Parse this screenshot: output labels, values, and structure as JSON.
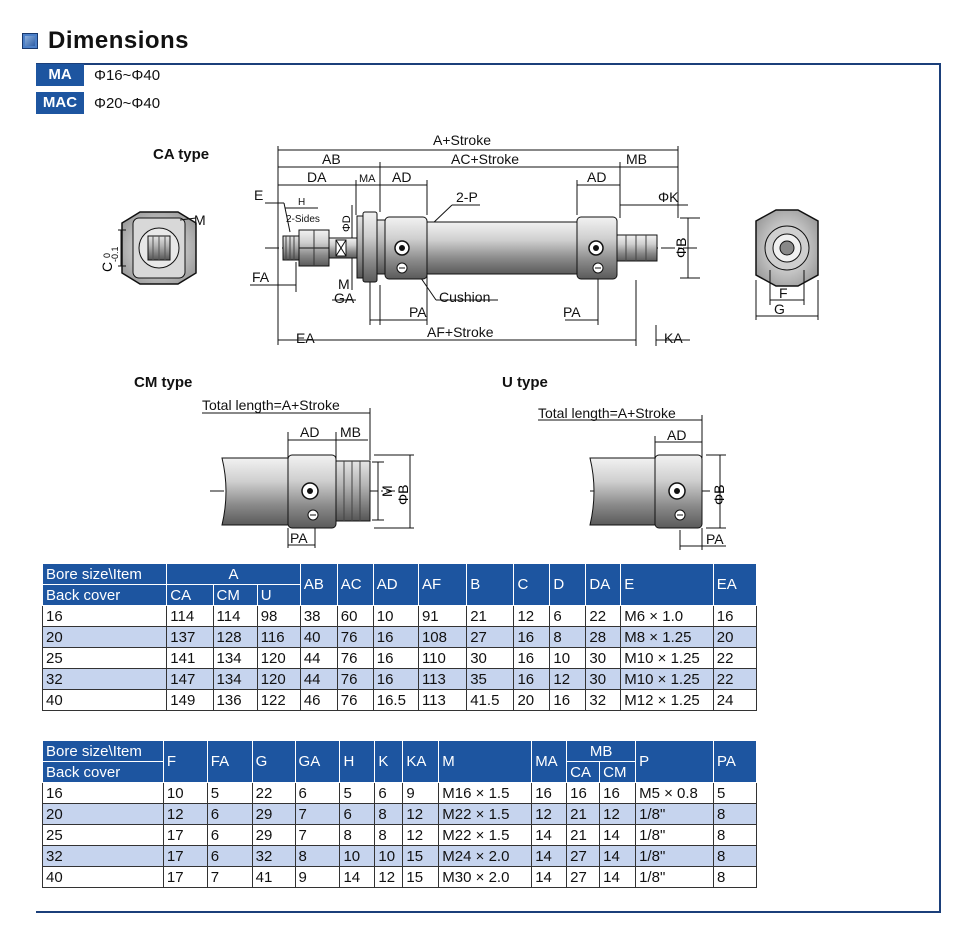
{
  "page": {
    "title": "Dimensions"
  },
  "models": [
    {
      "badge": "MA",
      "range": "Φ16~Φ40"
    },
    {
      "badge": "MAC",
      "range": "Φ20~Φ40"
    }
  ],
  "drawing": {
    "ca_type": "CA type",
    "cm_type": "CM type",
    "u_type": "U type",
    "labels": {
      "a_stroke": "A+Stroke",
      "ab": "AB",
      "ac_stroke": "AC+Stroke",
      "mb": "MB",
      "da": "DA",
      "ma": "MA",
      "ad": "AD",
      "ad2": "AD",
      "e": "E",
      "h": "H",
      "two_sides": "2-Sides",
      "phi_d": "ΦD",
      "two_p": "2-P",
      "phi_k": "ΦK",
      "phi_b": "ΦB",
      "m": "M",
      "c": "C",
      "c_tol": "-0.1",
      "c_tol0": "0",
      "fa": "FA",
      "m2": "M",
      "ga": "GA",
      "pa": "PA",
      "pa2": "PA",
      "cushion": "Cushion",
      "ea": "EA",
      "af_stroke": "AF+Stroke",
      "ka": "KA",
      "f": "F",
      "g": "G",
      "total_length": "Total length=A+Stroke",
      "cm_ad": "AD",
      "cm_mb": "MB",
      "cm_m": "M",
      "cm_phib": "ΦB",
      "cm_pa": "PA",
      "u_total_length": "Total length=A+Stroke",
      "u_ad": "AD",
      "u_phib": "ΦB",
      "u_pa": "PA"
    }
  },
  "table1": {
    "header1": {
      "bore": "Bore size\\Item",
      "a": "A",
      "ab": "AB",
      "ac": "AC",
      "ad": "AD",
      "af": "AF",
      "b": "B",
      "c": "C",
      "d": "D",
      "da": "DA",
      "e": "E",
      "ea": "EA"
    },
    "header2": {
      "back": "Back cover",
      "ca": "CA",
      "cm": "CM",
      "u": "U"
    },
    "rows": [
      [
        "16",
        "114",
        "114",
        "98",
        "38",
        "60",
        "10",
        "91",
        "21",
        "12",
        "6",
        "22",
        "M6 × 1.0",
        "16"
      ],
      [
        "20",
        "137",
        "128",
        "116",
        "40",
        "76",
        "16",
        "108",
        "27",
        "16",
        "8",
        "28",
        "M8 × 1.25",
        "20"
      ],
      [
        "25",
        "141",
        "134",
        "120",
        "44",
        "76",
        "16",
        "110",
        "30",
        "16",
        "10",
        "30",
        "M10 × 1.25",
        "22"
      ],
      [
        "32",
        "147",
        "134",
        "120",
        "44",
        "76",
        "16",
        "113",
        "35",
        "16",
        "12",
        "30",
        "M10 × 1.25",
        "22"
      ],
      [
        "40",
        "149",
        "136",
        "122",
        "46",
        "76",
        "16.5",
        "113",
        "41.5",
        "20",
        "16",
        "32",
        "M12 × 1.25",
        "24"
      ]
    ]
  },
  "table2": {
    "header1": {
      "bore": "Bore size\\Item",
      "f": "F",
      "fa": "FA",
      "g": "G",
      "ga": "GA",
      "h": "H",
      "k": "K",
      "ka": "KA",
      "m": "M",
      "ma": "MA",
      "mb": "MB",
      "p": "P",
      "pa": "PA"
    },
    "header2": {
      "back": "Back cover",
      "ca": "CA",
      "cm": "CM"
    },
    "rows": [
      [
        "16",
        "10",
        "5",
        "22",
        "6",
        "5",
        "6",
        "9",
        "M16 × 1.5",
        "16",
        "16",
        "16",
        "M5 × 0.8",
        "5"
      ],
      [
        "20",
        "12",
        "6",
        "29",
        "7",
        "6",
        "8",
        "12",
        "M22 × 1.5",
        "12",
        "21",
        "12",
        "1/8\"",
        "8"
      ],
      [
        "25",
        "17",
        "6",
        "29",
        "7",
        "8",
        "8",
        "12",
        "M22 × 1.5",
        "14",
        "21",
        "14",
        "1/8\"",
        "8"
      ],
      [
        "32",
        "17",
        "6",
        "32",
        "8",
        "10",
        "10",
        "15",
        "M24 × 2.0",
        "14",
        "27",
        "14",
        "1/8\"",
        "8"
      ],
      [
        "40",
        "17",
        "7",
        "41",
        "9",
        "14",
        "12",
        "15",
        "M30 × 2.0",
        "14",
        "27",
        "14",
        "1/8\"",
        "8"
      ]
    ]
  }
}
